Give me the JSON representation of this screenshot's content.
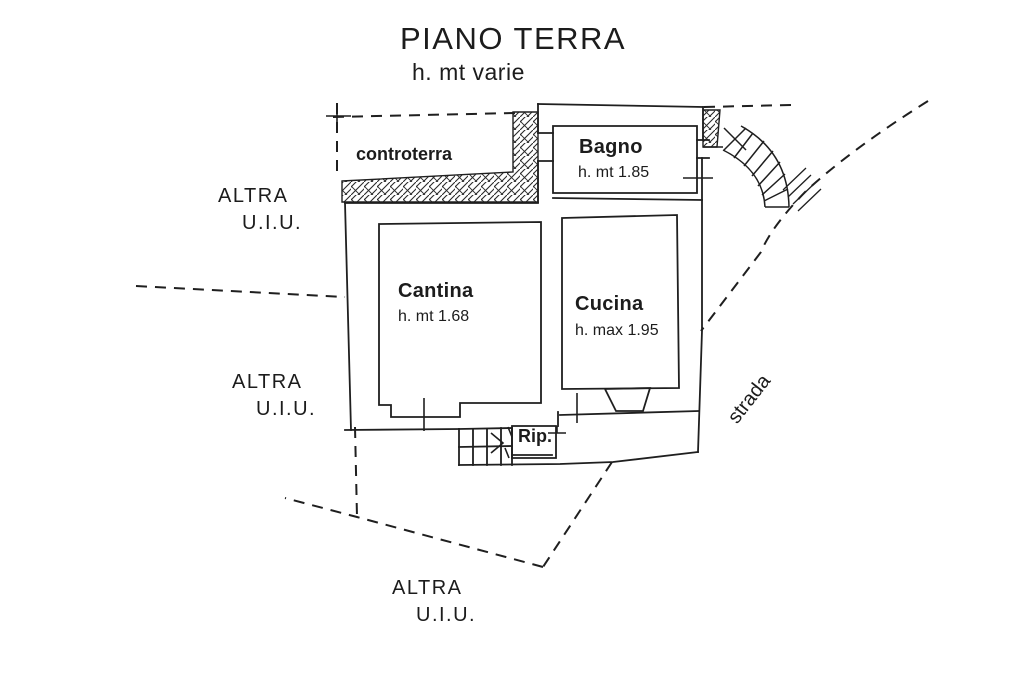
{
  "title": "PIANO TERRA",
  "subtitle": "h. mt varie",
  "rooms": {
    "bagno": {
      "name": "Bagno",
      "height": "h. mt 1.85"
    },
    "cantina": {
      "name": "Cantina",
      "height": "h. mt 1.68"
    },
    "cucina": {
      "name": "Cucina",
      "height": "h. max 1.95"
    },
    "ripostiglio": {
      "name": "Rip."
    }
  },
  "annotations": {
    "controterra": "controterra",
    "strada": "strada",
    "altra_uiu": [
      {
        "line1": "ALTRA",
        "line2": "U.I.U."
      },
      {
        "line1": "ALTRA",
        "line2": "U.I.U."
      },
      {
        "line1": "ALTRA",
        "line2": "U.I.U."
      }
    ]
  },
  "colors": {
    "ink": "#1f1f1f",
    "paper": "#ffffff"
  }
}
